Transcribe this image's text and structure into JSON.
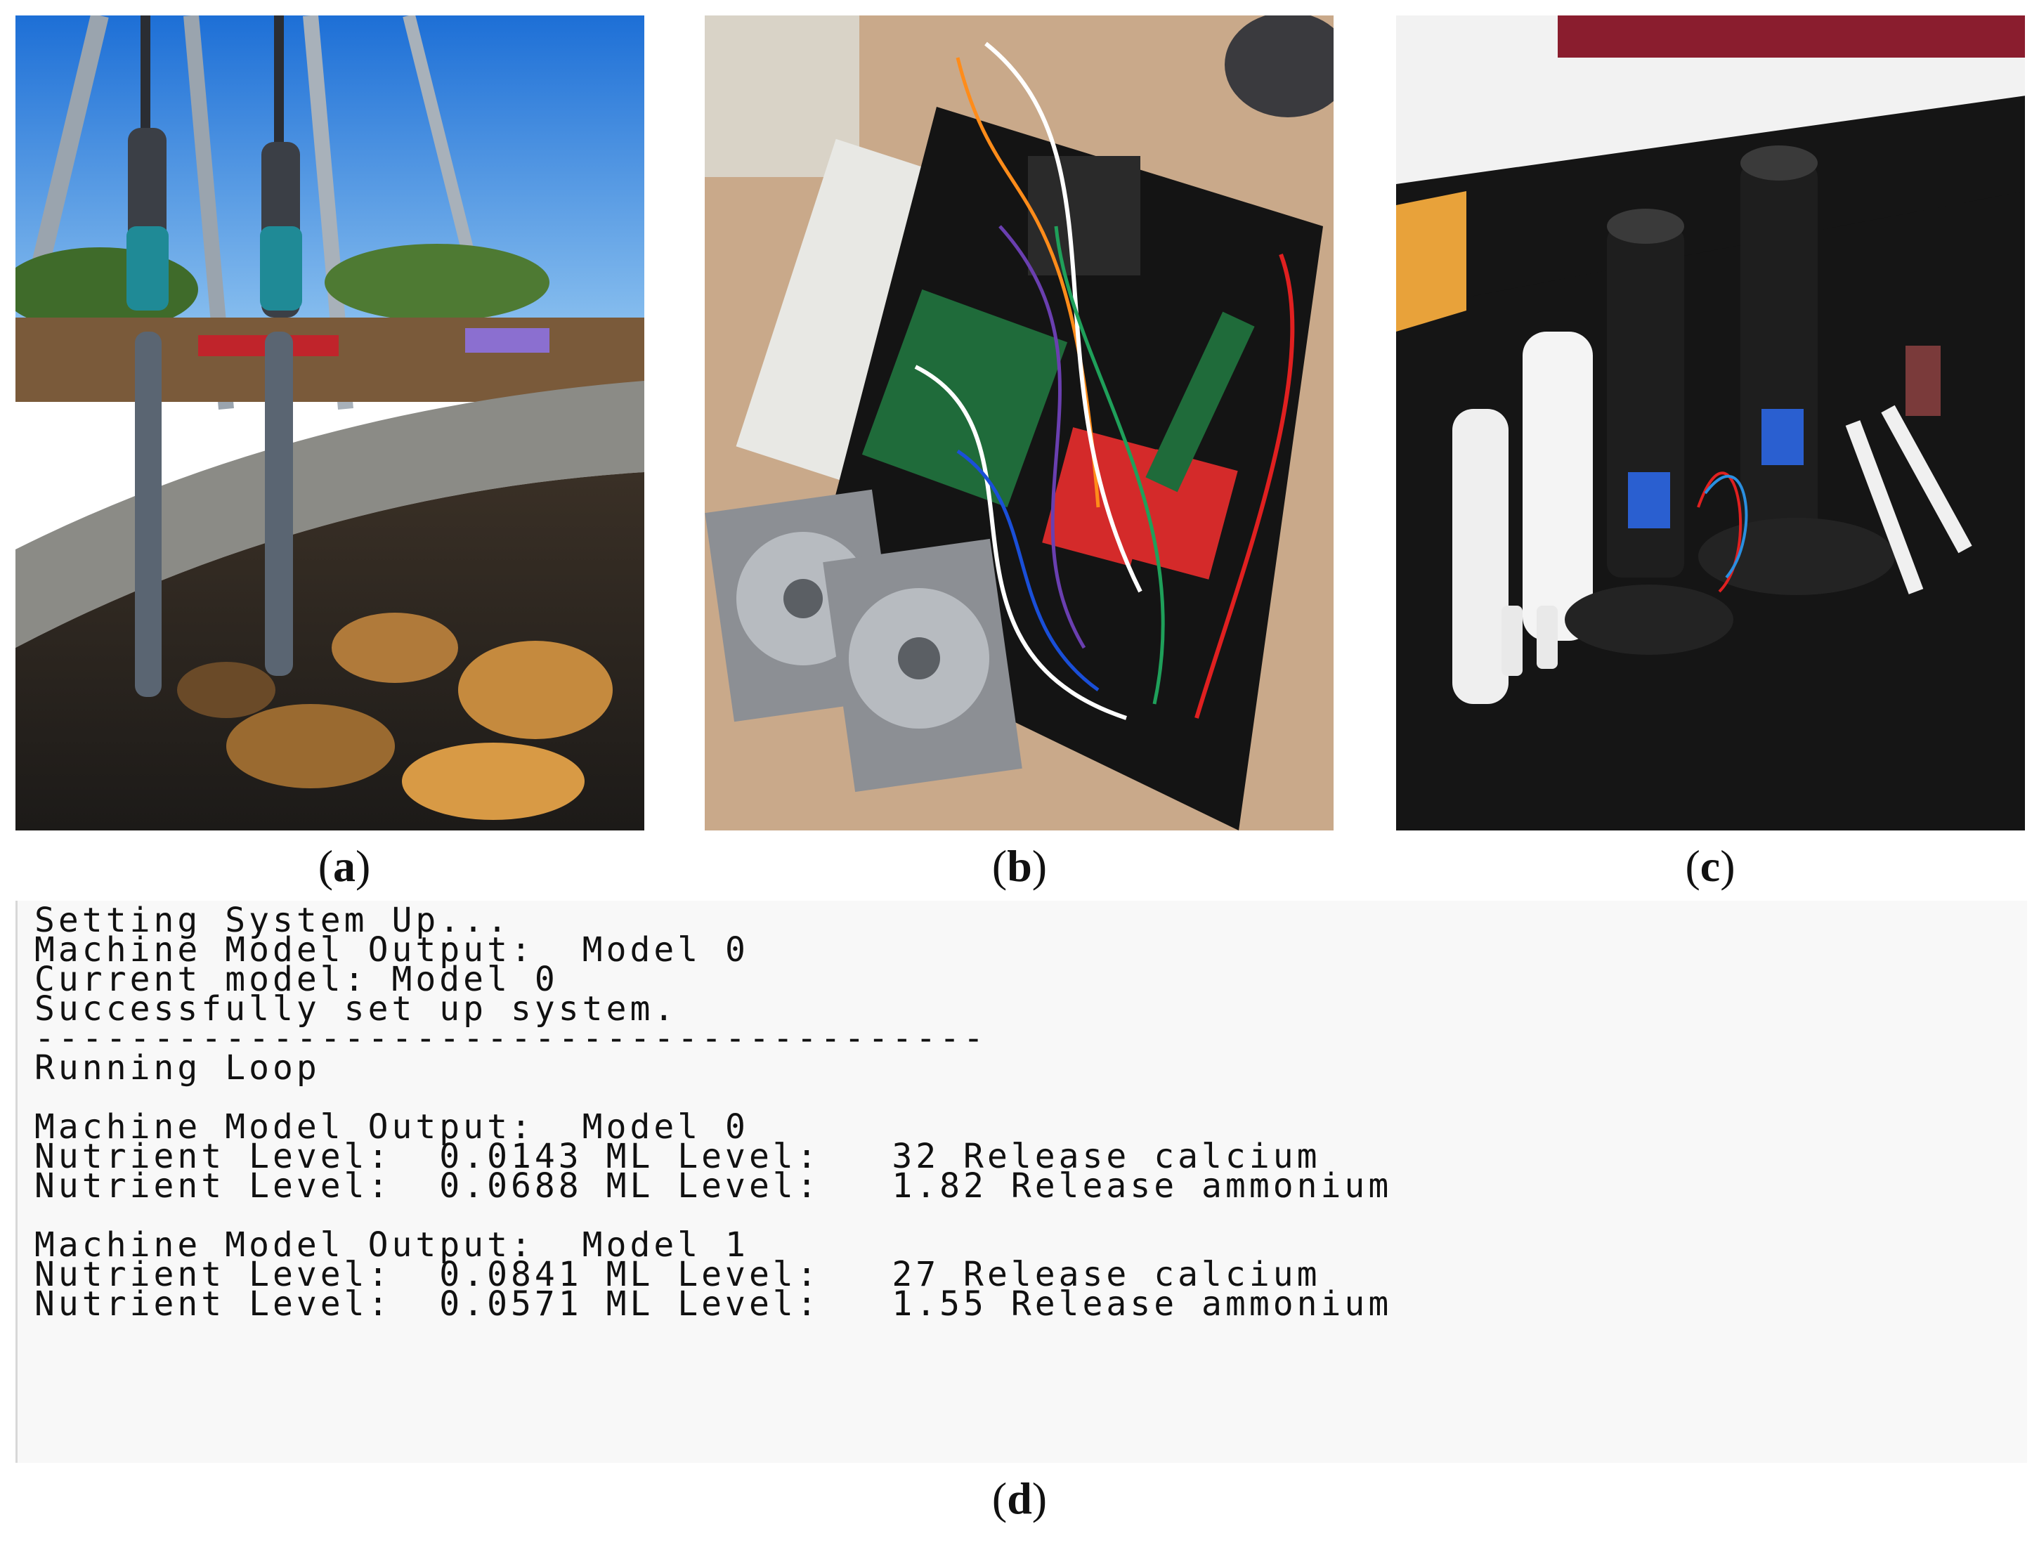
{
  "panels": [
    {
      "caption_open": "(",
      "caption_letter": "a",
      "caption_close": ")",
      "description": ""
    },
    {
      "caption_open": "(",
      "caption_letter": "b",
      "caption_close": ")",
      "description": ""
    },
    {
      "caption_open": "(",
      "caption_letter": "c",
      "caption_close": ")",
      "description": ""
    }
  ],
  "terminal": {
    "lines": [
      "Setting System Up...",
      "Machine Model Output:  Model 0",
      "Current model: Model 0",
      "Successfully set up system.",
      "----------------------------------------",
      "Running Loop",
      "",
      "Machine Model Output:  Model 0",
      "Nutrient Level:  0.0143 ML Level:   32 Release calcium",
      "Nutrient Level:  0.0688 ML Level:   1.82 Release ammonium",
      "",
      "Machine Model Output:  Model 1",
      "Nutrient Level:  0.0841 ML Level:   27 Release calcium",
      "Nutrient Level:  0.0571 ML Level:   1.55 Release ammonium"
    ],
    "caption_open": "(",
    "caption_letter": "d",
    "caption_close": ")"
  },
  "colors": {
    "sky": "#2f7fd8",
    "probe_teal": "#1f8a96",
    "board_green": "#1f6b3a",
    "board_red": "#d42a2a",
    "table_black": "#151515"
  }
}
